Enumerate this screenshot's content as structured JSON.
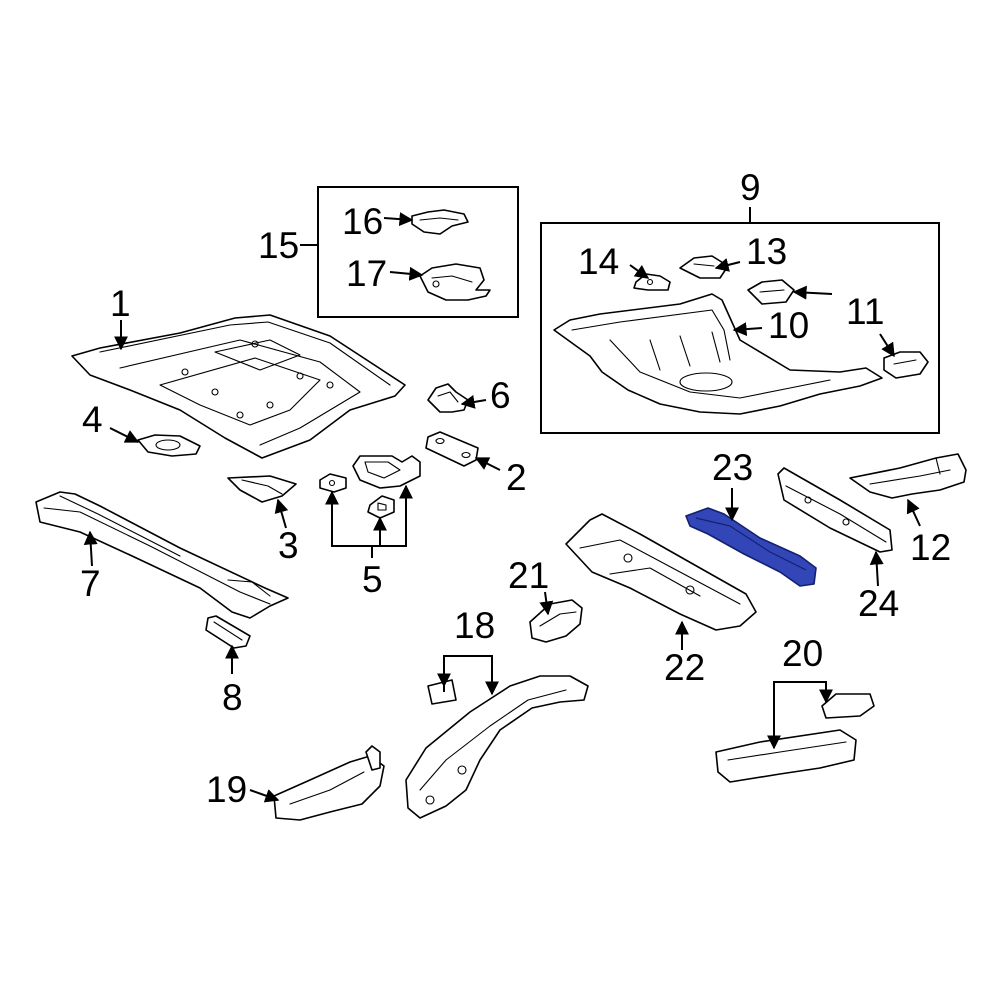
{
  "diagram": {
    "highlight_color": "#3346b8",
    "line_color": "#000000",
    "background": "#ffffff",
    "callouts": {
      "c1": "1",
      "c2": "2",
      "c3": "3",
      "c4": "4",
      "c5": "5",
      "c6": "6",
      "c7": "7",
      "c8": "8",
      "c9": "9",
      "c10": "10",
      "c11": "11",
      "c12": "12",
      "c13": "13",
      "c14": "14",
      "c15": "15",
      "c16": "16",
      "c17": "17",
      "c18": "18",
      "c19": "19",
      "c20": "20",
      "c21": "21",
      "c22": "22",
      "c23": "23",
      "c24": "24"
    },
    "highlighted_part": "23"
  }
}
